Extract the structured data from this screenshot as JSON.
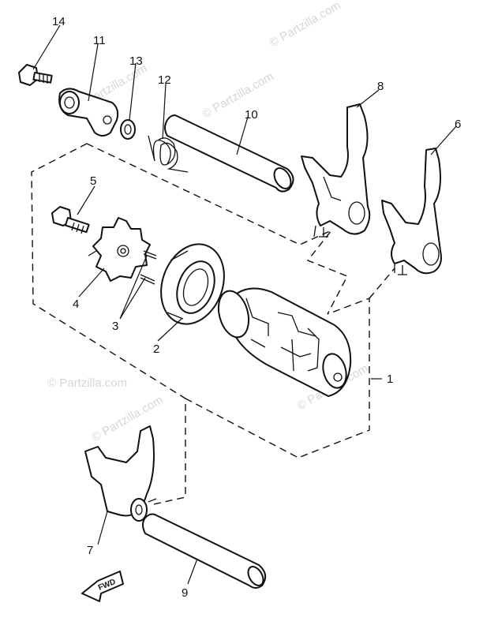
{
  "diagram": {
    "callouts": [
      "1",
      "2",
      "3",
      "4",
      "5",
      "6",
      "7",
      "8",
      "9",
      "10",
      "11",
      "12",
      "13",
      "14"
    ],
    "forward_label": "FWD",
    "watermarks": [
      "© Partzilla.com",
      "© Partzilla.com",
      "© Partzilla.com",
      "© Partzilla.com",
      "© Partzilla.com",
      "© Partzilla.com"
    ]
  },
  "colors": {
    "line": "#111111",
    "background": "#ffffff",
    "watermark": "#d6d6d6"
  }
}
